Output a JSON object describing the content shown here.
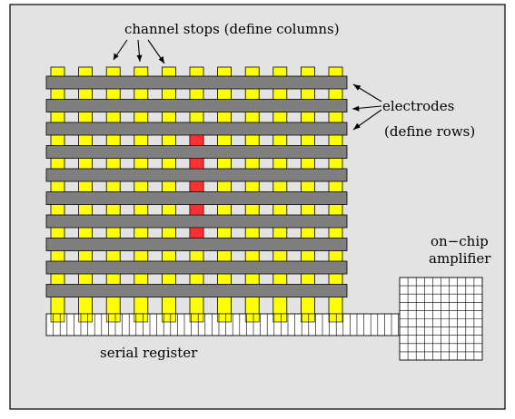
{
  "labels": {
    "channel_stops": "channel stops (define columns)",
    "electrodes": "electrodes",
    "define_rows": "(define rows)",
    "on_chip": "on−chip",
    "amplifier": "amplifier",
    "serial_register": "serial register"
  },
  "grid": {
    "columns": 11,
    "electrode_rows": 10,
    "highlighted_column": 5
  },
  "colors": {
    "background": "#e3e3e3",
    "border": "#000000",
    "channel_stop": "#ffff00",
    "electrode": "#7f7f7f",
    "charge": "#ff3030",
    "register": "#ffffff"
  }
}
